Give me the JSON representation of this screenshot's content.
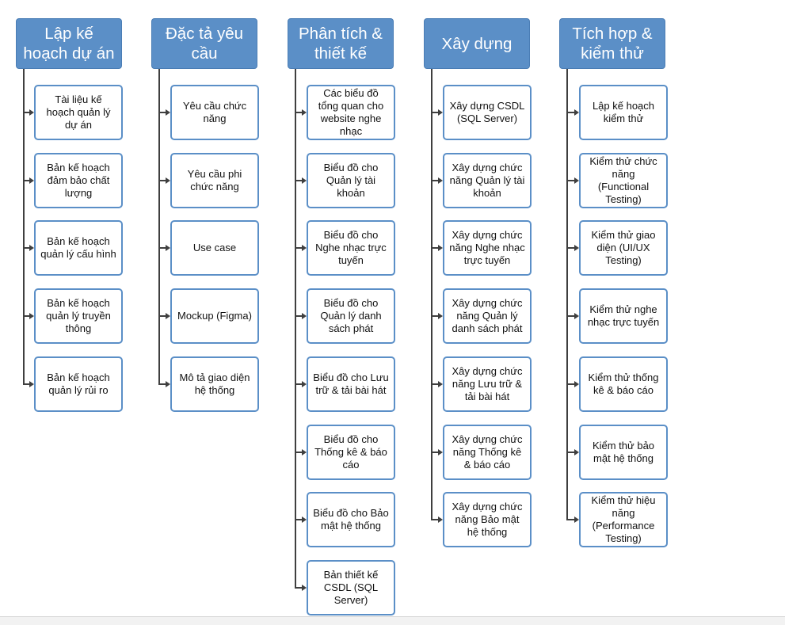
{
  "diagram": {
    "columns": [
      {
        "title": "Lập kế hoạch dự án",
        "items": [
          "Tài liệu kế hoạch quản lý dự án",
          "Bản kế hoạch đảm bảo chất lượng",
          "Bản kế hoạch quản lý cấu hình",
          "Bản kế hoạch quản lý truyền thông",
          "Bản kế hoạch quản lý rủi ro"
        ]
      },
      {
        "title": "Đặc tả yêu cầu",
        "items": [
          "Yêu cầu chức năng",
          "Yêu cầu phi chức năng",
          "Use case",
          "Mockup (Figma)",
          "Mô tả giao diện hệ thống"
        ]
      },
      {
        "title": "Phân tích & thiết kế",
        "items": [
          "Các biểu đồ tổng quan cho website nghe nhạc",
          "Biểu đồ cho Quản lý tài khoản",
          "Biểu đồ cho Nghe nhạc trực tuyến",
          "Biểu đồ cho Quản lý danh sách phát",
          "Biểu đồ cho Lưu trữ & tải bài hát",
          "Biểu đồ cho Thống kê & báo cáo",
          "Biểu đồ cho Bảo mật hệ thống",
          "Bản thiết kế CSDL (SQL Server)"
        ]
      },
      {
        "title": "Xây dựng",
        "items": [
          "Xây dựng CSDL (SQL Server)",
          "Xây dựng chức năng Quản lý tài khoản",
          "Xây dựng chức năng Nghe nhạc trực tuyến",
          "Xây dựng chức năng Quản lý danh sách phát",
          "Xây dựng chức năng Lưu trữ & tải bài hát",
          "Xây dựng chức năng Thống kê & báo cáo",
          "Xây dựng chức năng Bảo mật hệ thống"
        ]
      },
      {
        "title": "Tích hợp & kiểm thử",
        "items": [
          "Lập kế hoạch kiểm thử",
          "Kiểm thử chức năng (Functional Testing)",
          "Kiểm thử giao diện (UI/UX Testing)",
          "Kiểm thử nghe nhạc trực tuyến",
          "Kiểm thử thống kê & báo cáo",
          "Kiểm thử bảo mật hệ thống",
          "Kiểm thử hiệu năng (Performance Testing)"
        ]
      }
    ]
  },
  "colors": {
    "header_fill": "#5b8fc7",
    "box_border": "#5b8fc7",
    "connector": "#3f3f3f"
  }
}
